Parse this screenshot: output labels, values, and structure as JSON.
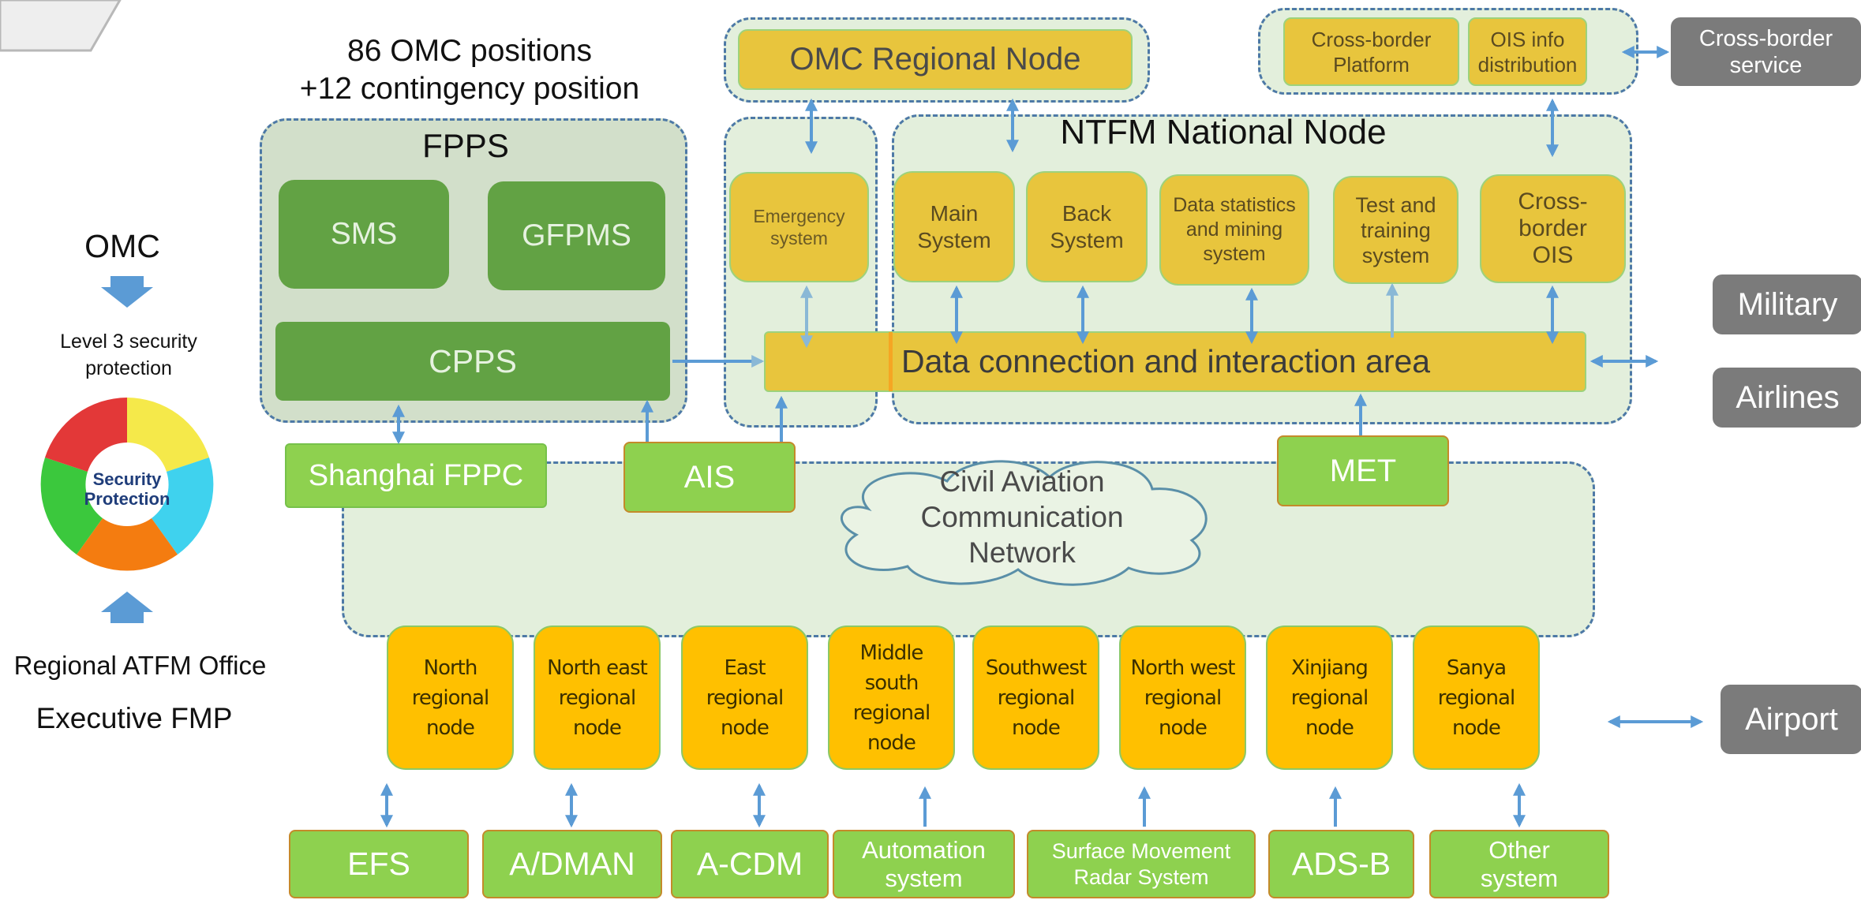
{
  "left": {
    "omc": "OMC",
    "security_text": "Level 3 security protection",
    "ring_center": "Security Protection",
    "regional_office": "Regional ATFM Office",
    "executive_fmp": "Executive FMP"
  },
  "fpps": {
    "header_line1": "86 OMC positions",
    "header_line2": "+12 contingency position",
    "title": "FPPS",
    "sms": "SMS",
    "gfpms": "GFPMS",
    "cpps": "CPPS"
  },
  "omc_regional": "OMC Regional Node",
  "emergency": "Emergency system",
  "ntfm": {
    "title": "NTFM National Node",
    "main": "Main System",
    "back": "Back System",
    "data_stats": "Data statistics and mining system",
    "test": "Test and training system",
    "cross_ois": "Cross-border OIS"
  },
  "data_area": "Data connection and interaction area",
  "cross_border": {
    "platform": "Cross-border Platform",
    "ois_info": "OIS info distribution",
    "service": "Cross-border service"
  },
  "right": {
    "military": "Military",
    "airlines": "Airlines",
    "airport": "Airport"
  },
  "network": {
    "shanghai": "Shanghai FPPC",
    "ais": "AIS",
    "met": "MET",
    "cloud": "Civil Aviation Communication Network"
  },
  "regional_nodes": [
    "North regional node",
    "North east regional node",
    "East regional node",
    "Middle south regional node",
    "Southwest regional node",
    "North west regional node",
    "Xinjiang regional node",
    "Sanya regional node"
  ],
  "bottom_systems": [
    "EFS",
    "A/DMAN",
    "A-CDM",
    "Automation system",
    "Surface Movement Radar System",
    "ADS-B",
    "Other system"
  ]
}
